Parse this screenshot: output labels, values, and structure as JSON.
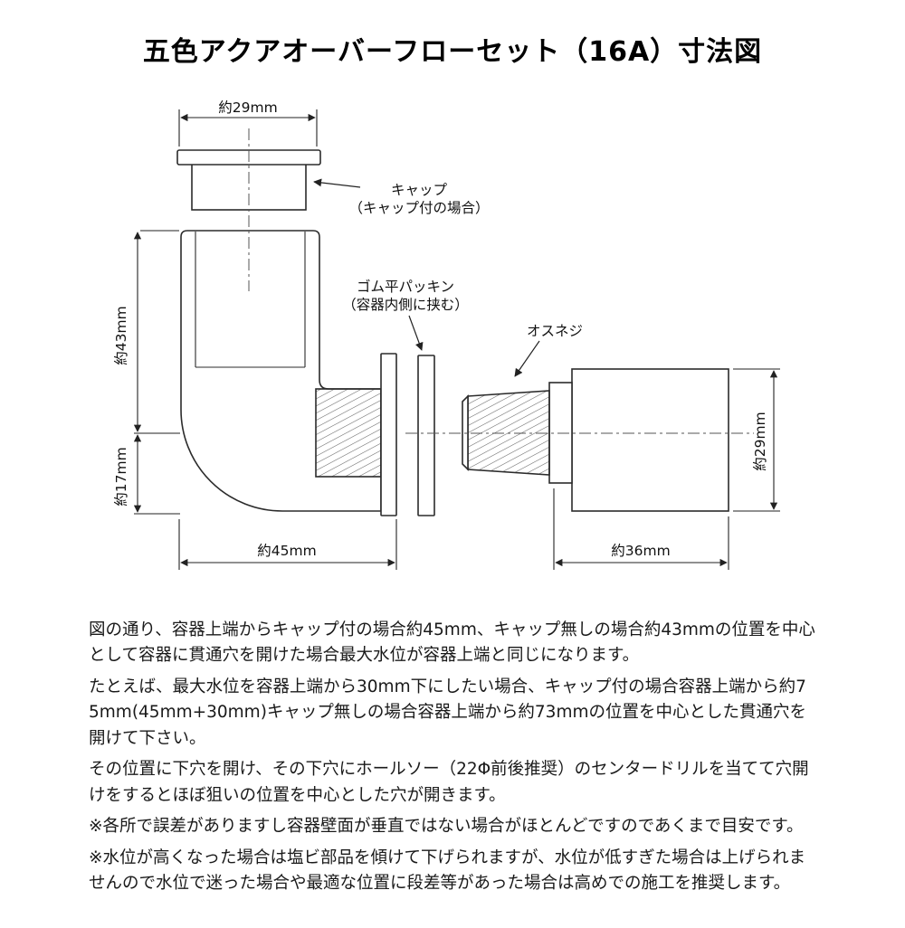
{
  "title": "五色アクアオーバーフローセット（16A）寸法図",
  "diagram": {
    "dims": {
      "cap_width": "約29mm",
      "pipe_upper_height": "約43mm",
      "pipe_lower_height": "約17mm",
      "elbow_width": "約45mm",
      "socket_length": "約36mm",
      "socket_diameter": "約29mm"
    },
    "labels": {
      "cap_line1": "キャップ",
      "cap_line2": "（キャップ付の場合）",
      "packing_line1": "ゴム平パッキン",
      "packing_line2": "（容器内側に挟む）",
      "male_thread": "オスネジ"
    }
  },
  "notes": [
    "図の通り、容器上端からキャップ付の場合約45mm、キャップ無しの場合約43mmの位置を中心として容器に貫通穴を開けた場合最大水位が容器上端と同じになります。",
    "たとえば、最大水位を容器上端から30mm下にしたい場合、キャップ付の場合容器上端から約75mm(45mm+30mm)キャップ無しの場合容器上端から約73mmの位置を中心とした貫通穴を開けて下さい。",
    "その位置に下穴を開け、その下穴にホールソー（22Φ前後推奨）のセンタードリルを当てて穴開けをするとほぼ狙いの位置を中心とした穴が開きます。",
    "※各所で誤差がありますし容器壁面が垂直ではない場合がほとんどですのであくまで目安です。",
    "※水位が高くなった場合は塩ビ部品を傾けて下げられますが、水位が低すぎた場合は上げられませんので水位で迷った場合や最適な位置に段差等があった場合は高めでの施工を推奨します。"
  ]
}
